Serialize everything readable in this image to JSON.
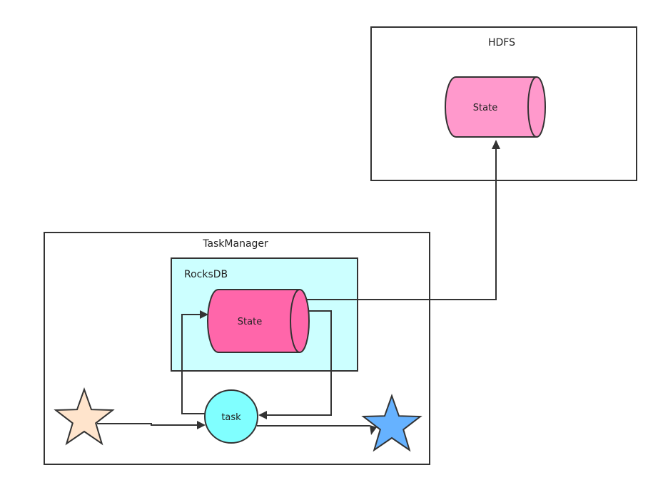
{
  "diagram": {
    "hdfs": {
      "title": "HDFS",
      "state_label": "State",
      "state_fill": "#ff99cc"
    },
    "taskmanager": {
      "title": "TaskManager",
      "rocksdb": {
        "title": "RocksDB",
        "fill": "#ccffff",
        "state_label": "State",
        "state_fill": "#ff66aa"
      },
      "task": {
        "label": "task",
        "fill": "#80ffff"
      },
      "source_star_fill": "#ffe4cc",
      "sink_star_fill": "#66b2ff"
    },
    "stroke_color": "#333333"
  }
}
